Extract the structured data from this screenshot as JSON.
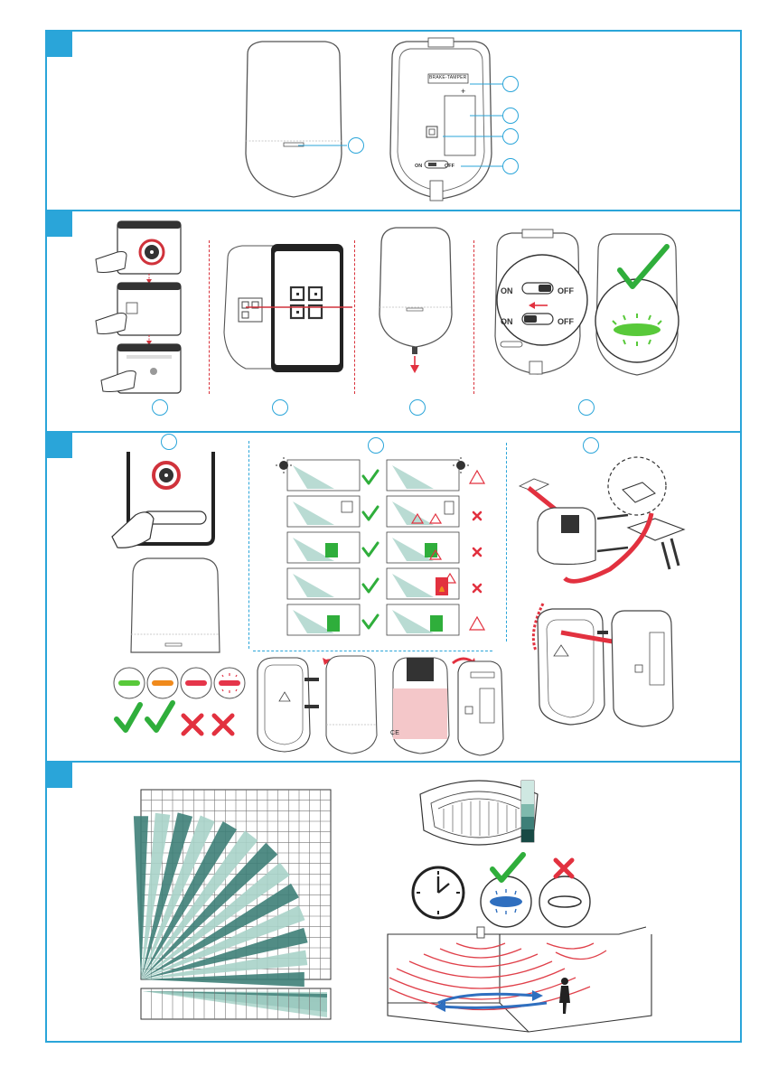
{
  "labels": {
    "tamper_label": "BRAKE-TAMPER",
    "switch_on": "ON",
    "switch_off": "OFF",
    "plus": "+",
    "minus": "−",
    "ce_mark": "CE"
  },
  "colors": {
    "accent_blue": "#2aa5d9",
    "check_green": "#2fae3b",
    "cross_red": "#e2313f",
    "led_green": "#58c93a",
    "led_orange": "#f08a1c",
    "led_red": "#e5354a",
    "pir_teal": "#3e7f78",
    "pir_light": "#a8d3c9",
    "wave_red": "#e0404a",
    "move_blue": "#2f6fbf"
  },
  "icons": {
    "step_check": "check-mark-icon",
    "step_cross": "cross-mark-icon",
    "warning": "warning-triangle-icon",
    "clock": "clock-icon",
    "sun": "sun-icon"
  },
  "sections": [
    {
      "id": "section-1"
    },
    {
      "id": "section-2"
    },
    {
      "id": "section-3"
    },
    {
      "id": "section-4"
    }
  ]
}
